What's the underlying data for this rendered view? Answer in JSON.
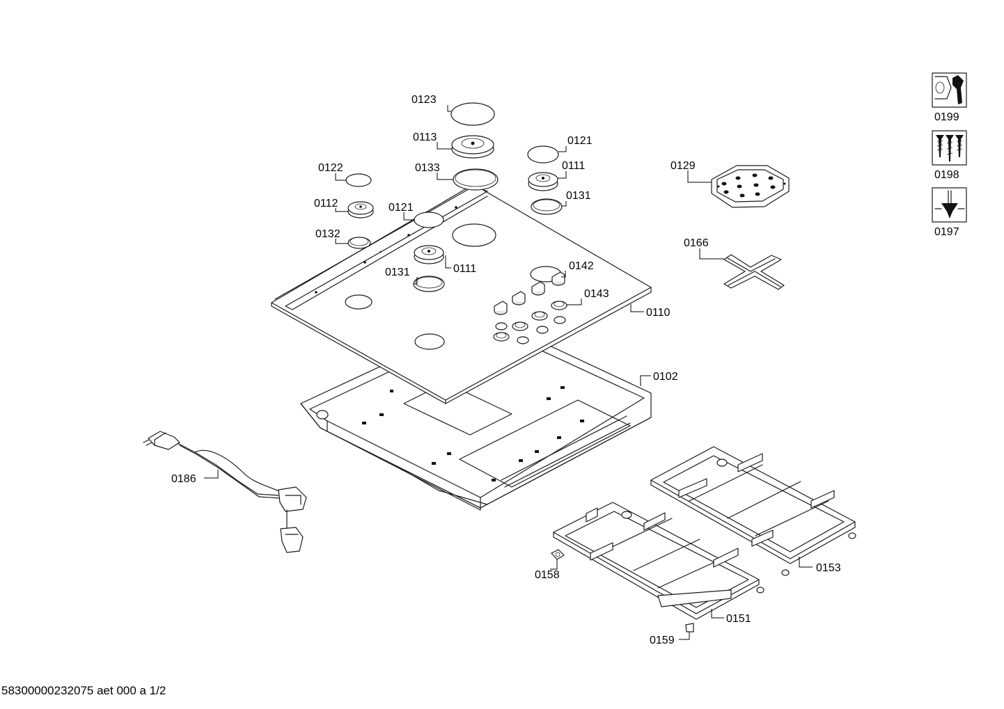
{
  "labels": {
    "p0123": "0123",
    "p0113": "0113",
    "p0133": "0133",
    "p0121a": "0121",
    "p0111a": "0111",
    "p0131a": "0131",
    "p0122": "0122",
    "p0112": "0112",
    "p0121b": "0121",
    "p0132": "0132",
    "p0111b": "0111",
    "p0131b": "0131",
    "p0142": "0142",
    "p0143": "0143",
    "p0110": "0110",
    "p0102": "0102",
    "p0129": "0129",
    "p0166": "0166",
    "p0186": "0186",
    "p0158": "0158",
    "p0153": "0153",
    "p0151": "0151",
    "p0159": "0159",
    "p0199": "0199",
    "p0198": "0198",
    "p0197": "0197"
  },
  "footer": "58300000232075 aet 000 a 1/2",
  "icons": [
    "wrench-nut-icon",
    "screws-icon",
    "screwdriver-icon"
  ]
}
